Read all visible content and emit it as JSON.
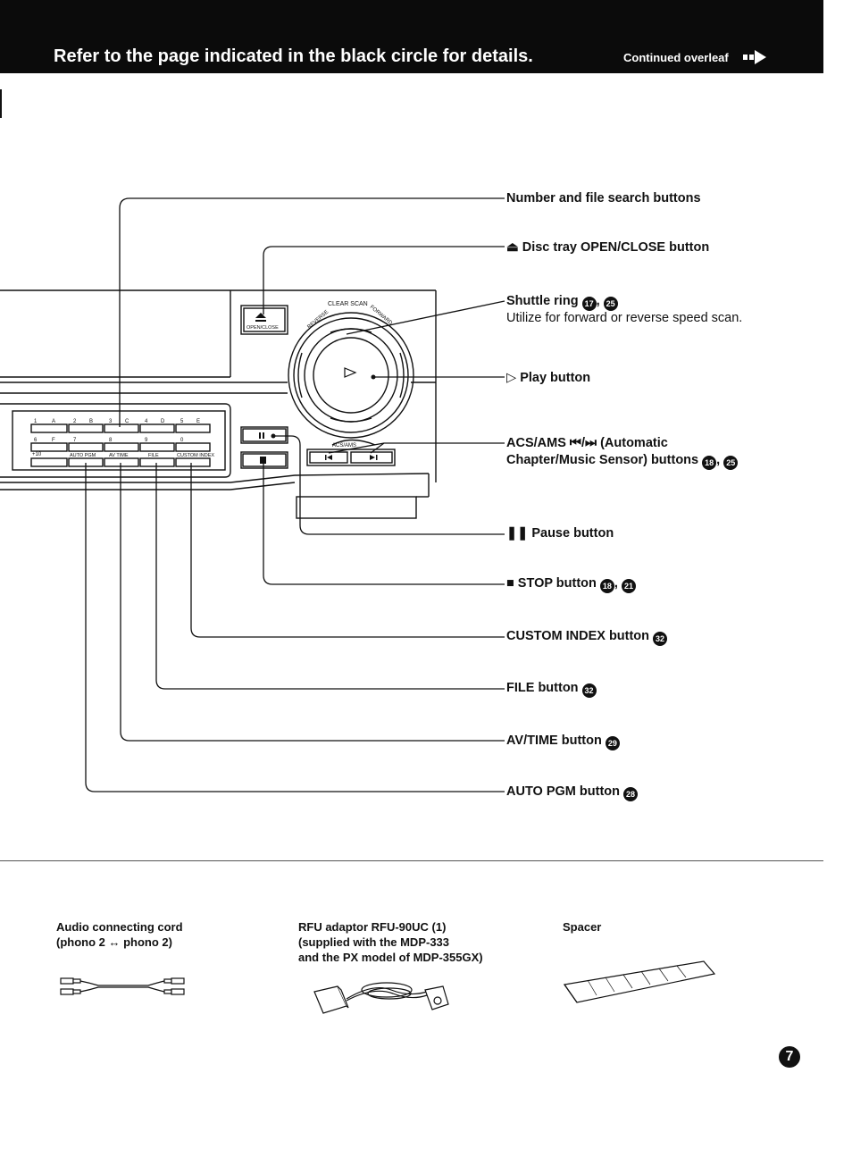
{
  "header": {
    "title": "Refer to the page indicated in the black circle for details.",
    "continued": "Continued overleaf"
  },
  "device": {
    "open_close": "OPEN/CLOSE",
    "clear_scan": "CLEAR SCAN",
    "reverse": "REVERSE",
    "forward": "FORWARD",
    "acs_ams": "ACS/AMS",
    "keypad_row1": [
      "1",
      "A",
      "2",
      "B",
      "3",
      "C",
      "4",
      "D",
      "5",
      "E"
    ],
    "keypad_row2": [
      "6",
      "F",
      "7",
      "8",
      "9",
      "0"
    ],
    "keypad_plus10": "+10",
    "func_labels": [
      "AUTO PGM",
      "AV TIME",
      "FILE",
      "CUSTOM INDEX"
    ]
  },
  "callouts": {
    "number_search": "Number and file search buttons",
    "disc_tray": "Disc tray OPEN/CLOSE button",
    "shuttle": "Shuttle ring",
    "shuttle_pages": [
      "17",
      "25"
    ],
    "shuttle_sub": "Utilize for forward or reverse speed scan.",
    "play": "Play button",
    "acs_line1_prefix": "ACS/AMS",
    "acs_line1_suffix": "(Automatic",
    "acs_line2": "Chapter/Music Sensor) buttons",
    "acs_pages": [
      "18",
      "25"
    ],
    "pause": "Pause button",
    "stop": "STOP button",
    "stop_pages": [
      "18",
      "21"
    ],
    "custom_index": "CUSTOM INDEX button",
    "custom_index_page": "32",
    "file": "FILE button",
    "file_page": "32",
    "av_time": "AV/TIME button",
    "av_time_page": "29",
    "auto_pgm": "AUTO PGM button",
    "auto_pgm_page": "28"
  },
  "accessories": {
    "audio_cord_1": "Audio connecting cord",
    "audio_cord_2": "(phono 2 ↔ phono 2)",
    "rfu_1": "RFU adaptor RFU-90UC (1)",
    "rfu_2": "(supplied with the MDP-333",
    "rfu_3": "and the PX model of MDP-355GX)",
    "spacer": "Spacer"
  },
  "page_number": "7"
}
